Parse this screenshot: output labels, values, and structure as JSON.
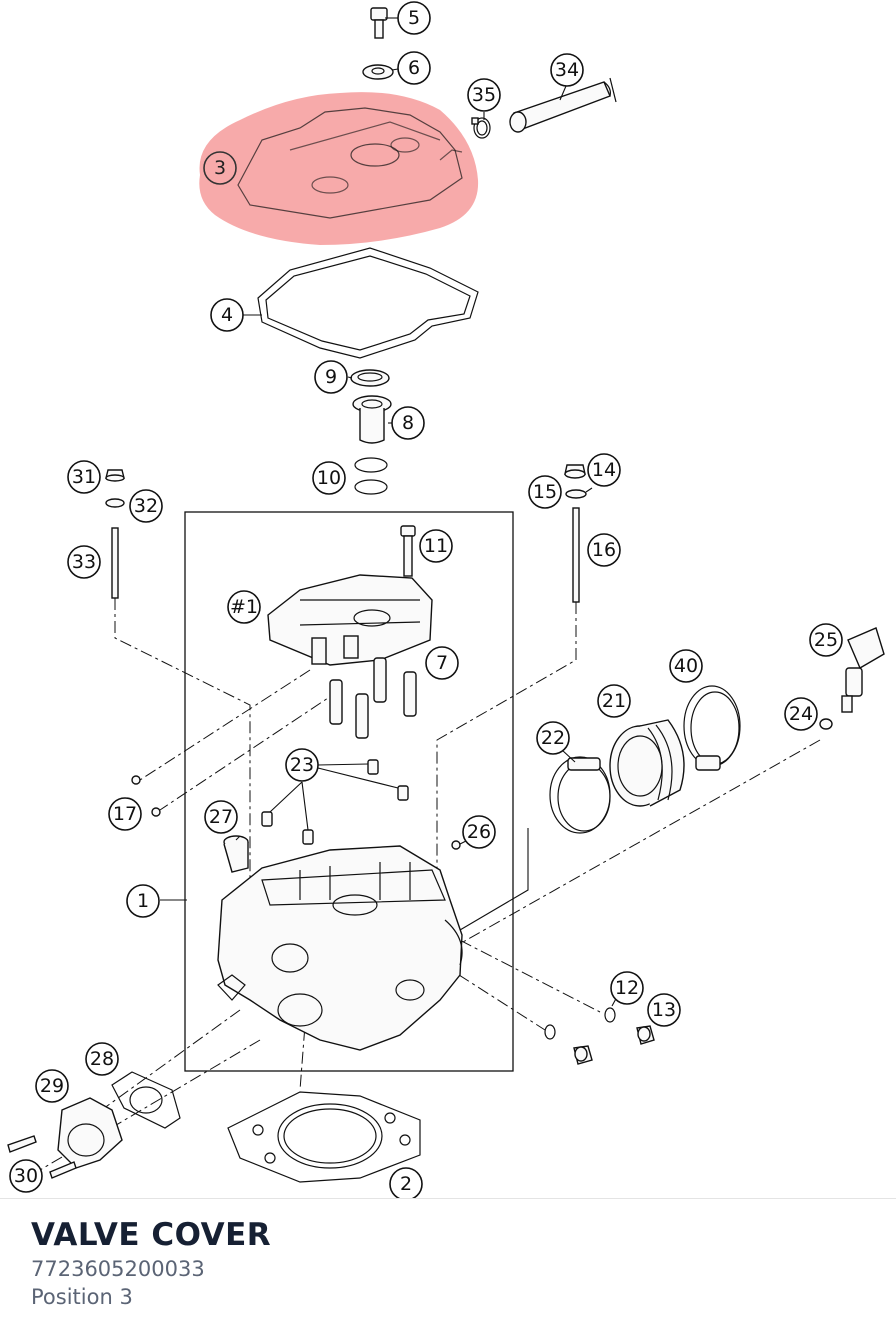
{
  "diagram": {
    "callouts": [
      {
        "id": "c5",
        "label": "5"
      },
      {
        "id": "c6",
        "label": "6"
      },
      {
        "id": "c34",
        "label": "34"
      },
      {
        "id": "c35",
        "label": "35"
      },
      {
        "id": "c3",
        "label": "3"
      },
      {
        "id": "c4",
        "label": "4"
      },
      {
        "id": "c9",
        "label": "9"
      },
      {
        "id": "c8",
        "label": "8"
      },
      {
        "id": "c10",
        "label": "10"
      },
      {
        "id": "c31",
        "label": "31"
      },
      {
        "id": "c32",
        "label": "32"
      },
      {
        "id": "c33",
        "label": "33"
      },
      {
        "id": "c14",
        "label": "14"
      },
      {
        "id": "c15",
        "label": "15"
      },
      {
        "id": "c16",
        "label": "16"
      },
      {
        "id": "c11",
        "label": "11"
      },
      {
        "id": "c1a",
        "label": "#1"
      },
      {
        "id": "c7",
        "label": "7"
      },
      {
        "id": "c25",
        "label": "25"
      },
      {
        "id": "c40",
        "label": "40"
      },
      {
        "id": "c21",
        "label": "21"
      },
      {
        "id": "c24",
        "label": "24"
      },
      {
        "id": "c22",
        "label": "22"
      },
      {
        "id": "c23",
        "label": "23"
      },
      {
        "id": "c17",
        "label": "17"
      },
      {
        "id": "c27",
        "label": "27"
      },
      {
        "id": "c26",
        "label": "26"
      },
      {
        "id": "c1",
        "label": "1"
      },
      {
        "id": "c12",
        "label": "12"
      },
      {
        "id": "c13",
        "label": "13"
      },
      {
        "id": "c28",
        "label": "28"
      },
      {
        "id": "c29",
        "label": "29"
      },
      {
        "id": "c30",
        "label": "30"
      },
      {
        "id": "c2",
        "label": "2"
      }
    ],
    "highlight": {
      "part": "3",
      "color": "#f06464"
    }
  },
  "part": {
    "name": "VALVE COVER",
    "number": "7723605200033",
    "position": "Position 3"
  }
}
